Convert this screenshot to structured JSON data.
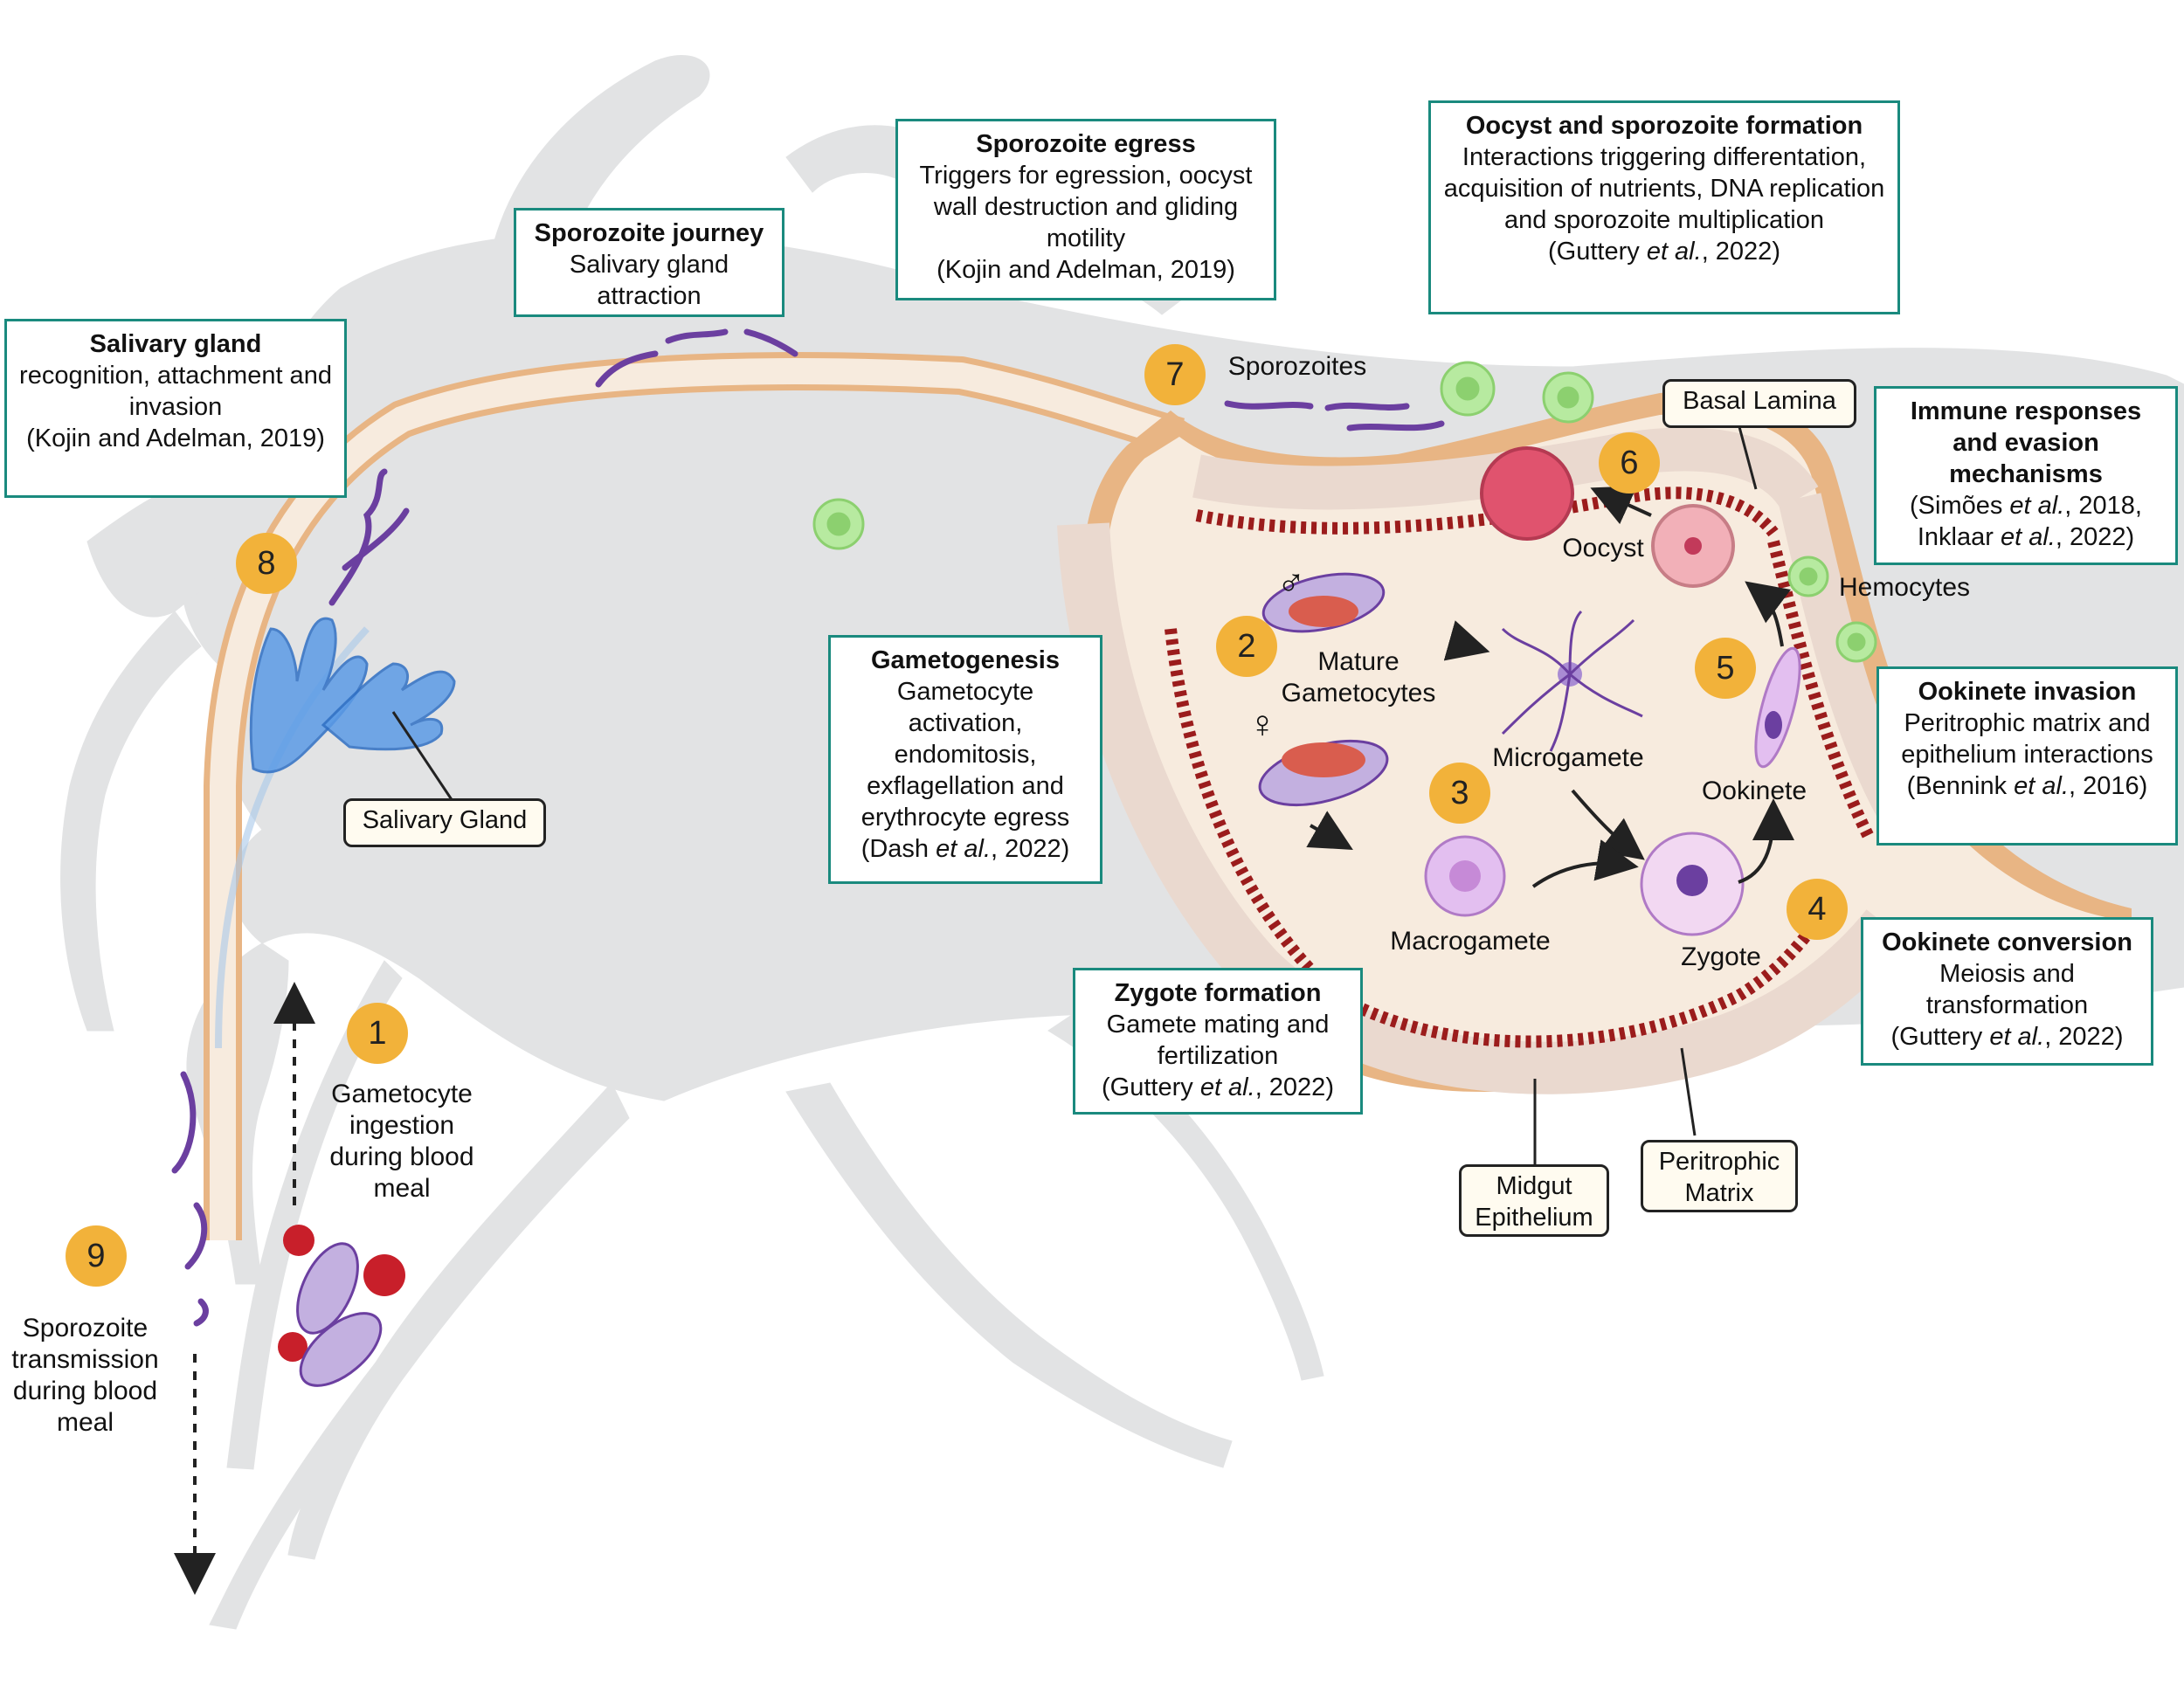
{
  "colors": {
    "silhouette": "#e2e3e4",
    "gut": "#f7ebde",
    "gut_outline": "#e8b584",
    "epithelium": "#ead9cf",
    "peritrophic": "#9b1c1c",
    "box_border": "#1a8a7e",
    "step_badge": "#f2b23a",
    "sporozoite": "#6b3fa0",
    "salivary_gland": "#5b9be6",
    "hemocyte": "#b7eaa0",
    "red_blood_cell": "#c81f2a"
  },
  "boxes": {
    "salivary": {
      "title": "Salivary gland",
      "body": "recognition, attachment and invasion",
      "ref": "(Kojin and Adelman, 2019)"
    },
    "journey": {
      "title": "Sporozoite journey",
      "body": "Salivary gland attraction"
    },
    "egress": {
      "title": "Sporozoite egress",
      "body": "Triggers for egression, oocyst wall destruction and gliding motility",
      "ref": "(Kojin and Adelman, 2019)"
    },
    "oocyst": {
      "title": "Oocyst and sporozoite formation",
      "body": "Interactions triggering differentation, acquisition of nutrients, DNA replication and sporozoite multiplication",
      "ref_a": "(Guttery ",
      "ref_b": "et al.",
      "ref_c": ", 2022)"
    },
    "immune": {
      "title": "Immune responses and evasion mechanisms",
      "ref1_a": "(Simões ",
      "ref1_b": "et al.",
      "ref1_c": ", 2018,",
      "ref2_a": "Inklaar ",
      "ref2_b": "et al.",
      "ref2_c": ", 2022)"
    },
    "gametogenesis": {
      "title": "Gametogenesis",
      "body": "Gametocyte activation, endomitosis, exflagellation and erythrocyte egress",
      "ref_a": "(Dash ",
      "ref_b": "et al.",
      "ref_c": ", 2022)"
    },
    "invasion": {
      "title": "Ookinete invasion",
      "body": "Peritrophic matrix and epithelium interactions",
      "ref_a": "(Bennink ",
      "ref_b": "et al.",
      "ref_c": ", 2016)"
    },
    "conversion": {
      "title": "Ookinete conversion",
      "body": " Meiosis and transformation",
      "ref_a": "(Guttery ",
      "ref_b": "et al.",
      "ref_c": ", 2022)"
    },
    "zygote": {
      "title": "Zygote formation",
      "body": "Gamete mating and fertilization",
      "ref_a": "(Guttery ",
      "ref_b": "et al.",
      "ref_c": ", 2022)"
    }
  },
  "labels": {
    "salivary_gland": "Salivary Gland",
    "basal_lamina": "Basal Lamina",
    "midgut_epithelium": "Midgut Epithelium",
    "peritrophic_matrix": "Peritrophic Matrix"
  },
  "text": {
    "sporozoites": "Sporozoites",
    "oocyst": "Oocyst",
    "hemocytes": "Hemocytes",
    "mature_gametocytes": "Mature Gametocytes",
    "microgamete": "Microgamete",
    "macrogamete": "Macrogamete",
    "zygote": "Zygote",
    "ookinete": "Ookinete",
    "ingestion": "Gametocyte ingestion during blood meal",
    "transmission": "Sporozoite transmission during blood meal",
    "male_symbol": "♂",
    "female_symbol": "♀"
  },
  "steps": [
    "1",
    "2",
    "3",
    "4",
    "5",
    "6",
    "7",
    "8",
    "9"
  ]
}
